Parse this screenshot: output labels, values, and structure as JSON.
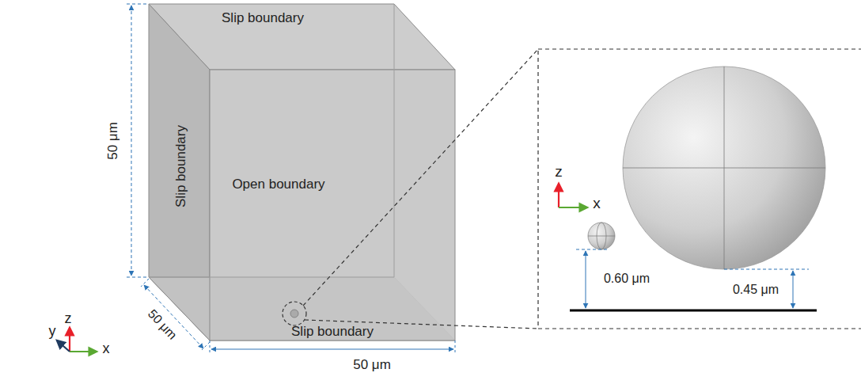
{
  "diagram": {
    "labels": [
      "Slip boundary",
      "50 μm",
      "Slip boundary",
      "Open boundary",
      "z",
      "y",
      "x",
      "50 μm",
      "Slip boundary",
      "50 μm",
      "z",
      "x",
      "0.60 μm",
      "0.45 μm"
    ]
  }
}
